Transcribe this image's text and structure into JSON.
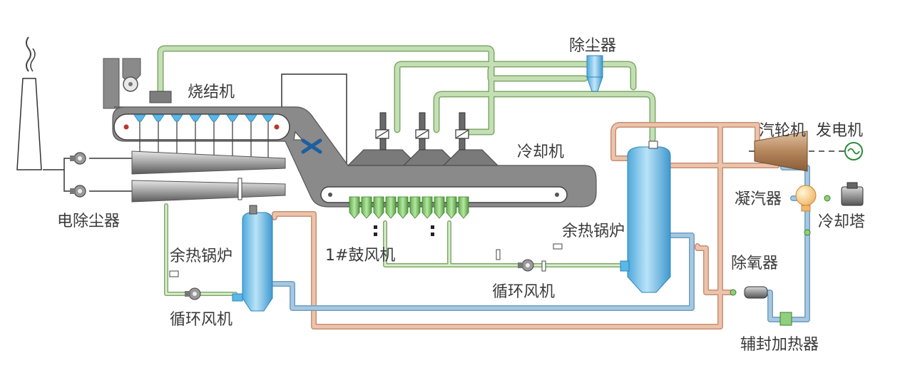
{
  "labels": {
    "sinter_machine": "烧结机",
    "dust_collector_top": "除尘器",
    "cooler": "冷却机",
    "turbine": "汽轮机",
    "generator": "发电机",
    "condenser": "凝汽器",
    "cooling_tower": "冷却塔",
    "electrostatic_precipitator": "电除尘器",
    "boiler_left": "余热锅炉",
    "fan_left": "循环风机",
    "blower_1": "1#鼓风机",
    "boiler_right": "余热锅炉",
    "fan_center": "循环风机",
    "deaerator": "除氧器",
    "gland_heater": "辅封加热器"
  },
  "colors": {
    "green_pipe": "#c4dfb4",
    "pink_pipe": "#ecc4ac",
    "blue_pipe": "#a8c8e0",
    "equipment_gray": "#8a8a8a",
    "boiler_blue": "#7fc6ea",
    "hopper_green": "#8ed07c",
    "turbine_brown": "#c49a72"
  }
}
